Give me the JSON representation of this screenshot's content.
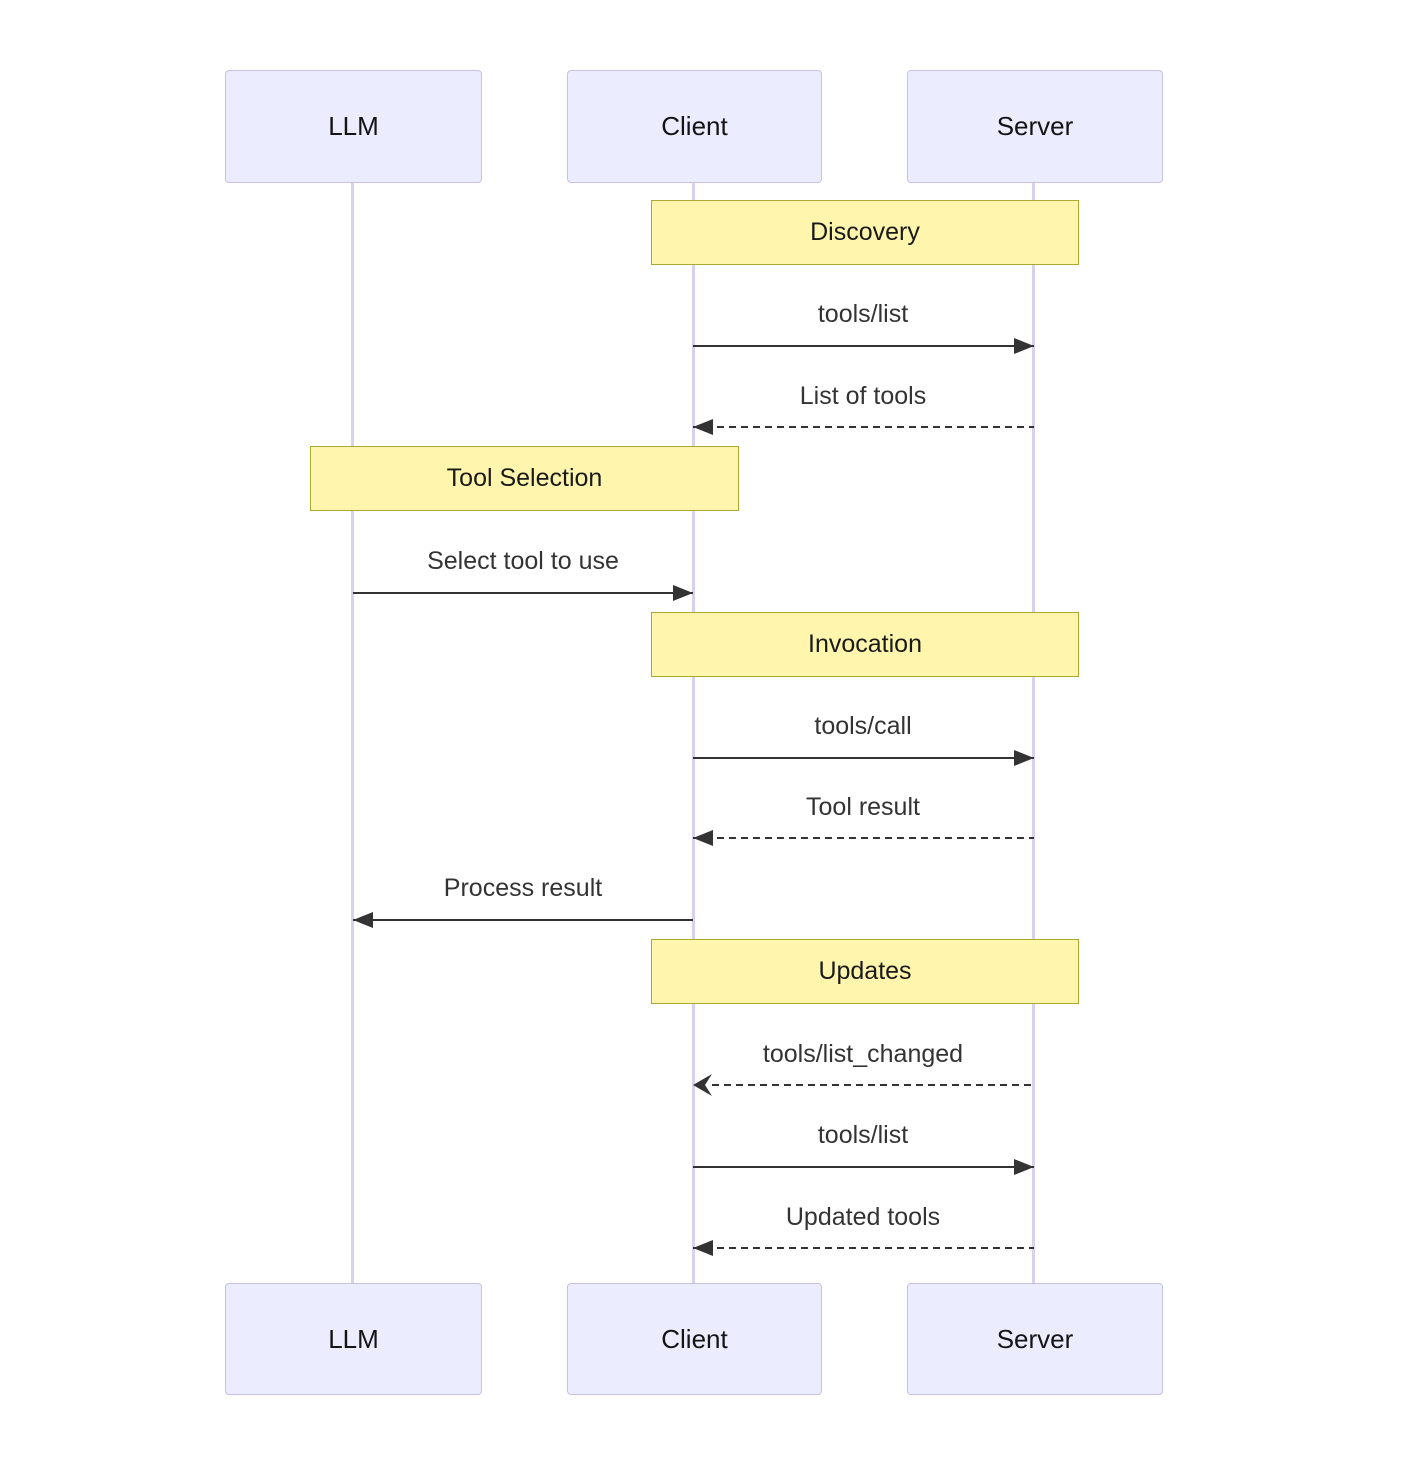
{
  "diagram": {
    "type": "sequence-diagram",
    "participants": [
      {
        "name": "LLM"
      },
      {
        "name": "Client"
      },
      {
        "name": "Server"
      }
    ],
    "notes": [
      {
        "label": "Discovery",
        "over": "Client,Server"
      },
      {
        "label": "Tool Selection",
        "over": "LLM,Client"
      },
      {
        "label": "Invocation",
        "over": "Client,Server"
      },
      {
        "label": "Updates",
        "over": "Client,Server"
      }
    ],
    "messages": [
      {
        "label": "tools/list",
        "from": "Client",
        "to": "Server",
        "line": "solid",
        "arrowhead": "filled"
      },
      {
        "label": "List of tools",
        "from": "Server",
        "to": "Client",
        "line": "dashed",
        "arrowhead": "filled"
      },
      {
        "label": "Select tool to use",
        "from": "LLM",
        "to": "Client",
        "line": "solid",
        "arrowhead": "filled"
      },
      {
        "label": "tools/call",
        "from": "Client",
        "to": "Server",
        "line": "solid",
        "arrowhead": "filled"
      },
      {
        "label": "Tool result",
        "from": "Server",
        "to": "Client",
        "line": "dashed",
        "arrowhead": "filled"
      },
      {
        "label": "Process result",
        "from": "Client",
        "to": "LLM",
        "line": "solid",
        "arrowhead": "filled"
      },
      {
        "label": "tools/list_changed",
        "from": "Server",
        "to": "Client",
        "line": "dashed",
        "arrowhead": "open"
      },
      {
        "label": "tools/list",
        "from": "Client",
        "to": "Server",
        "line": "solid",
        "arrowhead": "filled"
      },
      {
        "label": "Updated tools",
        "from": "Server",
        "to": "Client",
        "line": "dashed",
        "arrowhead": "filled"
      }
    ],
    "colors": {
      "background": "#ffffff",
      "actor_fill": "#ececff",
      "actor_border": "#c9c0e4",
      "lifeline": "#d8d0ec",
      "note_fill": "#fff5ad",
      "note_border": "#aaaa33",
      "message_text": "#333333",
      "arrow": "#333333"
    }
  }
}
